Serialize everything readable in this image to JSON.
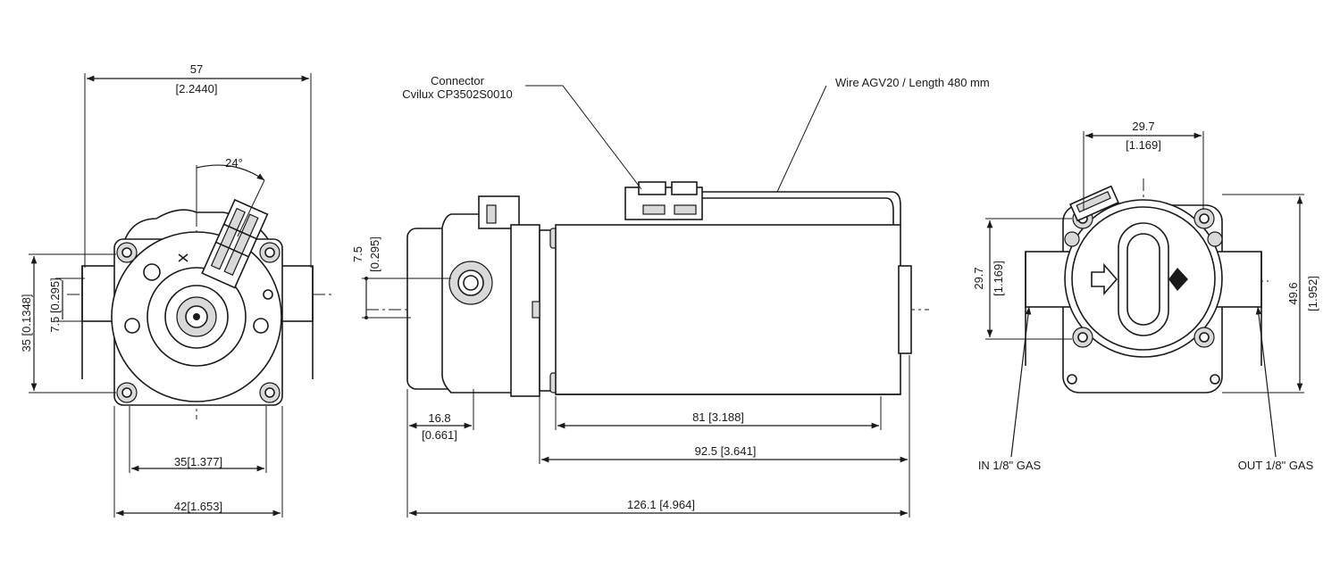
{
  "left_view": {
    "dim_width_top": "57",
    "dim_width_top_in": "[2.2440]",
    "dim_angle": "24°",
    "dim_height_left": "35 [0.1348]",
    "dim_offset_left": "7.5 [0.295]",
    "dim_holes": "35[1.377]",
    "dim_base": "42[1.653]"
  },
  "side_view": {
    "connector_label_line1": "Connector",
    "connector_label_line2": "Cvilux CP3502S0010",
    "wire_label": "Wire AGV20 / Length 480 mm",
    "dim_offset": "7.5",
    "dim_offset_in": "[0.295]",
    "dim_inlet": "16.8",
    "dim_inlet_in": "[0.661]",
    "dim_motor": "81 [3.188]",
    "dim_body": "92.5 [3.641]",
    "dim_total": "126.1 [4.964]"
  },
  "right_view": {
    "dim_top": "29.7",
    "dim_top_in": "[1.169]",
    "dim_left": "29.7",
    "dim_left_in": "[1.169]",
    "dim_right": "49.6",
    "dim_right_in": "[1.952]",
    "in_label": "IN 1/8\" GAS",
    "out_label": "OUT 1/8\" GAS"
  }
}
